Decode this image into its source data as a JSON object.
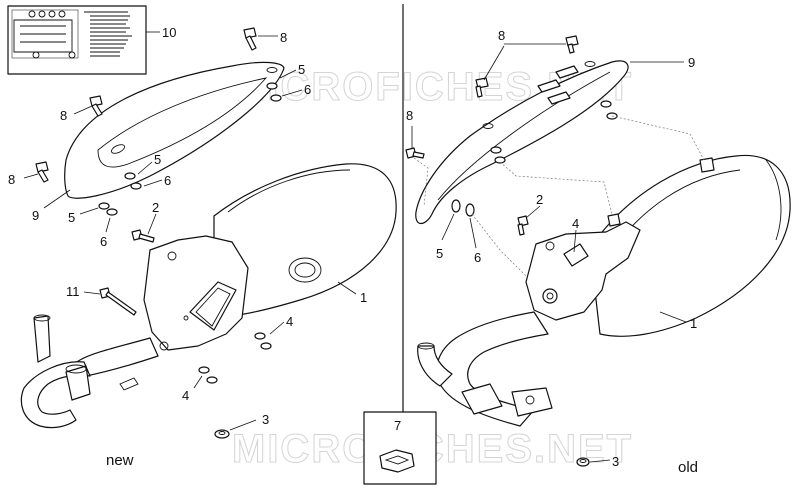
{
  "labels": {
    "new": "new",
    "old": "old"
  },
  "watermark": "MICROFICHES.NET",
  "callouts": {
    "n1": "1",
    "n2": "2",
    "n3": "3",
    "n4": "4",
    "n5": "5",
    "n6": "6",
    "n7": "7",
    "n8": "8",
    "n9": "9",
    "n10": "10",
    "n11": "11"
  }
}
